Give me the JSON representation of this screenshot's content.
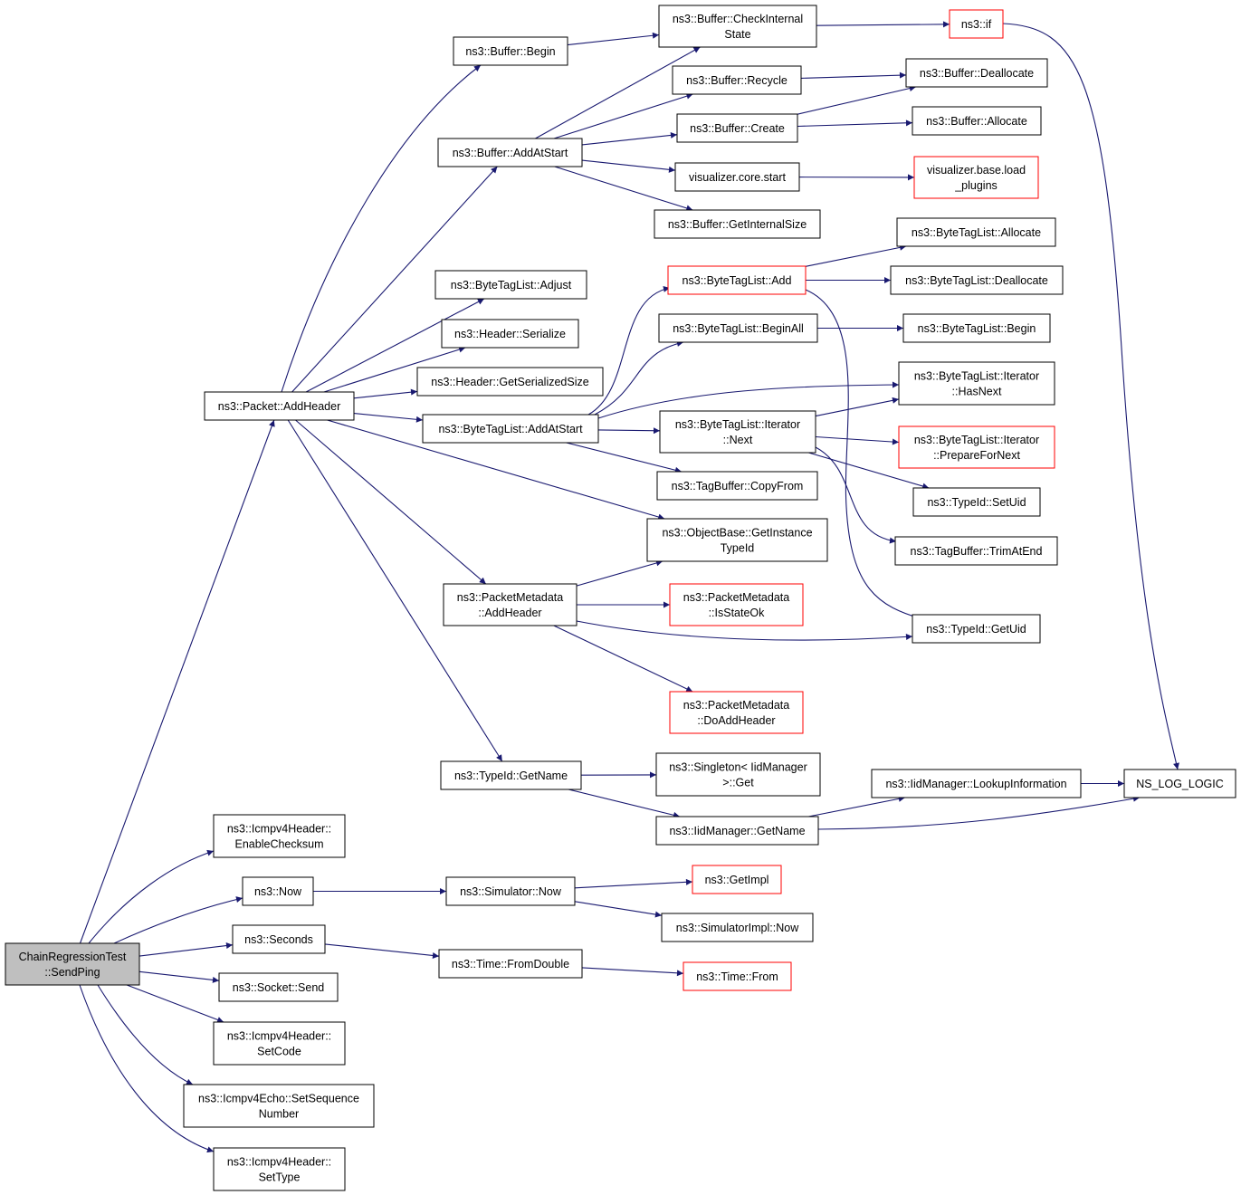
{
  "colors": {
    "edge": "#191970",
    "node_border": "#000000",
    "node_border_truncated": "#ff0000",
    "node_fill": "#ffffff",
    "root_fill": "#bfbfbf"
  },
  "nodes": [
    {
      "id": "send_ping",
      "lines": [
        "ChainRegressionTest",
        "::SendPing"
      ],
      "style": "root"
    },
    {
      "id": "buffer_begin",
      "lines": [
        "ns3::Buffer::Begin"
      ],
      "style": "normal"
    },
    {
      "id": "buffer_check",
      "lines": [
        "ns3::Buffer::CheckInternal",
        "State"
      ],
      "style": "normal"
    },
    {
      "id": "ns3_if",
      "lines": [
        "ns3::if"
      ],
      "style": "truncated"
    },
    {
      "id": "buffer_recycle",
      "lines": [
        "ns3::Buffer::Recycle"
      ],
      "style": "normal"
    },
    {
      "id": "buffer_dealloc",
      "lines": [
        "ns3::Buffer::Deallocate"
      ],
      "style": "normal"
    },
    {
      "id": "buffer_create",
      "lines": [
        "ns3::Buffer::Create"
      ],
      "style": "normal"
    },
    {
      "id": "buffer_alloc",
      "lines": [
        "ns3::Buffer::Allocate"
      ],
      "style": "normal"
    },
    {
      "id": "buffer_addatstart",
      "lines": [
        "ns3::Buffer::AddAtStart"
      ],
      "style": "normal"
    },
    {
      "id": "vis_core_start",
      "lines": [
        "visualizer.core.start"
      ],
      "style": "normal"
    },
    {
      "id": "vis_base_load",
      "lines": [
        "visualizer.base.load",
        "_plugins"
      ],
      "style": "truncated"
    },
    {
      "id": "buffer_getinternal",
      "lines": [
        "ns3::Buffer::GetInternalSize"
      ],
      "style": "normal"
    },
    {
      "id": "btl_allocate",
      "lines": [
        "ns3::ByteTagList::Allocate"
      ],
      "style": "normal"
    },
    {
      "id": "btl_add",
      "lines": [
        "ns3::ByteTagList::Add"
      ],
      "style": "truncated"
    },
    {
      "id": "btl_dealloc",
      "lines": [
        "ns3::ByteTagList::Deallocate"
      ],
      "style": "normal"
    },
    {
      "id": "btl_adjust",
      "lines": [
        "ns3::ByteTagList::Adjust"
      ],
      "style": "normal"
    },
    {
      "id": "btl_beginall",
      "lines": [
        "ns3::ByteTagList::BeginAll"
      ],
      "style": "normal"
    },
    {
      "id": "btl_begin",
      "lines": [
        "ns3::ByteTagList::Begin"
      ],
      "style": "normal"
    },
    {
      "id": "header_serialize",
      "lines": [
        "ns3::Header::Serialize"
      ],
      "style": "normal"
    },
    {
      "id": "btl_it_hasnext",
      "lines": [
        "ns3::ByteTagList::Iterator",
        "::HasNext"
      ],
      "style": "normal"
    },
    {
      "id": "header_getsize",
      "lines": [
        "ns3::Header::GetSerializedSize"
      ],
      "style": "normal"
    },
    {
      "id": "packet_addheader",
      "lines": [
        "ns3::Packet::AddHeader"
      ],
      "style": "normal"
    },
    {
      "id": "btl_addatstart",
      "lines": [
        "ns3::ByteTagList::AddAtStart"
      ],
      "style": "normal"
    },
    {
      "id": "btl_it_next",
      "lines": [
        "ns3::ByteTagList::Iterator",
        "::Next"
      ],
      "style": "normal"
    },
    {
      "id": "btl_it_prepare",
      "lines": [
        "ns3::ByteTagList::Iterator",
        "::PrepareForNext"
      ],
      "style": "truncated"
    },
    {
      "id": "tagbuf_copyfrom",
      "lines": [
        "ns3::TagBuffer::CopyFrom"
      ],
      "style": "normal"
    },
    {
      "id": "typeid_setuid",
      "lines": [
        "ns3::TypeId::SetUid"
      ],
      "style": "normal"
    },
    {
      "id": "objbase_gettypeid",
      "lines": [
        "ns3::ObjectBase::GetInstance",
        "TypeId"
      ],
      "style": "normal"
    },
    {
      "id": "tagbuf_trim",
      "lines": [
        "ns3::TagBuffer::TrimAtEnd"
      ],
      "style": "normal"
    },
    {
      "id": "pm_addheader",
      "lines": [
        "ns3::PacketMetadata",
        "::AddHeader"
      ],
      "style": "normal"
    },
    {
      "id": "pm_isstateok",
      "lines": [
        "ns3::PacketMetadata",
        "::IsStateOk"
      ],
      "style": "truncated"
    },
    {
      "id": "typeid_getuid",
      "lines": [
        "ns3::TypeId::GetUid"
      ],
      "style": "normal"
    },
    {
      "id": "pm_doaddheader",
      "lines": [
        "ns3::PacketMetadata",
        "::DoAddHeader"
      ],
      "style": "truncated"
    },
    {
      "id": "singleton_get",
      "lines": [
        "ns3::Singleton< IidManager",
        ">::Get"
      ],
      "style": "normal"
    },
    {
      "id": "typeid_getname",
      "lines": [
        "ns3::TypeId::GetName"
      ],
      "style": "normal"
    },
    {
      "id": "iid_lookup",
      "lines": [
        "ns3::IidManager::LookupInformation"
      ],
      "style": "normal"
    },
    {
      "id": "ns_log_logic",
      "lines": [
        "NS_LOG_LOGIC"
      ],
      "style": "normal"
    },
    {
      "id": "iid_getname",
      "lines": [
        "ns3::IidManager::GetName"
      ],
      "style": "normal"
    },
    {
      "id": "icmp_enablecs",
      "lines": [
        "ns3::Icmpv4Header::",
        "EnableChecksum"
      ],
      "style": "normal"
    },
    {
      "id": "ns3_now",
      "lines": [
        "ns3::Now"
      ],
      "style": "normal"
    },
    {
      "id": "sim_now",
      "lines": [
        "ns3::Simulator::Now"
      ],
      "style": "normal"
    },
    {
      "id": "getimpl",
      "lines": [
        "ns3::GetImpl"
      ],
      "style": "truncated"
    },
    {
      "id": "simimpl_now",
      "lines": [
        "ns3::SimulatorImpl::Now"
      ],
      "style": "normal"
    },
    {
      "id": "ns3_seconds",
      "lines": [
        "ns3::Seconds"
      ],
      "style": "normal"
    },
    {
      "id": "time_fromdouble",
      "lines": [
        "ns3::Time::FromDouble"
      ],
      "style": "normal"
    },
    {
      "id": "time_from",
      "lines": [
        "ns3::Time::From"
      ],
      "style": "truncated"
    },
    {
      "id": "socket_send",
      "lines": [
        "ns3::Socket::Send"
      ],
      "style": "normal"
    },
    {
      "id": "icmp_setcode",
      "lines": [
        "ns3::Icmpv4Header::",
        "SetCode"
      ],
      "style": "normal"
    },
    {
      "id": "echo_setseq",
      "lines": [
        "ns3::Icmpv4Echo::SetSequence",
        "Number"
      ],
      "style": "normal"
    },
    {
      "id": "icmp_settype",
      "lines": [
        "ns3::Icmpv4Header::",
        "SetType"
      ],
      "style": "normal"
    }
  ],
  "edges": [
    [
      "send_ping",
      "packet_addheader"
    ],
    [
      "send_ping",
      "icmp_enablecs"
    ],
    [
      "send_ping",
      "ns3_now"
    ],
    [
      "send_ping",
      "ns3_seconds"
    ],
    [
      "send_ping",
      "socket_send"
    ],
    [
      "send_ping",
      "icmp_setcode"
    ],
    [
      "send_ping",
      "echo_setseq"
    ],
    [
      "send_ping",
      "icmp_settype"
    ],
    [
      "packet_addheader",
      "buffer_begin"
    ],
    [
      "packet_addheader",
      "buffer_addatstart"
    ],
    [
      "packet_addheader",
      "btl_adjust"
    ],
    [
      "packet_addheader",
      "header_serialize"
    ],
    [
      "packet_addheader",
      "header_getsize"
    ],
    [
      "packet_addheader",
      "btl_addatstart"
    ],
    [
      "packet_addheader",
      "objbase_gettypeid"
    ],
    [
      "packet_addheader",
      "pm_addheader"
    ],
    [
      "packet_addheader",
      "typeid_getname"
    ],
    [
      "buffer_begin",
      "buffer_check"
    ],
    [
      "buffer_check",
      "ns3_if"
    ],
    [
      "ns3_if",
      "ns_log_logic"
    ],
    [
      "buffer_addatstart",
      "buffer_check"
    ],
    [
      "buffer_addatstart",
      "buffer_recycle"
    ],
    [
      "buffer_addatstart",
      "buffer_create"
    ],
    [
      "buffer_addatstart",
      "vis_core_start"
    ],
    [
      "buffer_addatstart",
      "buffer_getinternal"
    ],
    [
      "buffer_recycle",
      "buffer_dealloc"
    ],
    [
      "buffer_create",
      "buffer_dealloc"
    ],
    [
      "buffer_create",
      "buffer_alloc"
    ],
    [
      "vis_core_start",
      "vis_base_load"
    ],
    [
      "btl_addatstart",
      "btl_add"
    ],
    [
      "btl_addatstart",
      "btl_beginall"
    ],
    [
      "btl_addatstart",
      "btl_it_hasnext"
    ],
    [
      "btl_addatstart",
      "btl_it_next"
    ],
    [
      "btl_addatstart",
      "tagbuf_copyfrom"
    ],
    [
      "btl_add",
      "btl_allocate"
    ],
    [
      "btl_add",
      "btl_dealloc"
    ],
    [
      "btl_add",
      "typeid_getuid"
    ],
    [
      "btl_beginall",
      "btl_begin"
    ],
    [
      "btl_it_next",
      "btl_it_hasnext"
    ],
    [
      "btl_it_next",
      "btl_it_prepare"
    ],
    [
      "btl_it_next",
      "typeid_setuid"
    ],
    [
      "btl_it_next",
      "tagbuf_trim"
    ],
    [
      "pm_addheader",
      "objbase_gettypeid"
    ],
    [
      "pm_addheader",
      "pm_isstateok"
    ],
    [
      "pm_addheader",
      "typeid_getuid"
    ],
    [
      "pm_addheader",
      "pm_doaddheader"
    ],
    [
      "typeid_getname",
      "singleton_get"
    ],
    [
      "typeid_getname",
      "iid_getname"
    ],
    [
      "iid_getname",
      "iid_lookup"
    ],
    [
      "iid_getname",
      "ns_log_logic"
    ],
    [
      "iid_lookup",
      "ns_log_logic"
    ],
    [
      "ns3_now",
      "sim_now"
    ],
    [
      "sim_now",
      "getimpl"
    ],
    [
      "sim_now",
      "simimpl_now"
    ],
    [
      "ns3_seconds",
      "time_fromdouble"
    ],
    [
      "time_fromdouble",
      "time_from"
    ]
  ]
}
